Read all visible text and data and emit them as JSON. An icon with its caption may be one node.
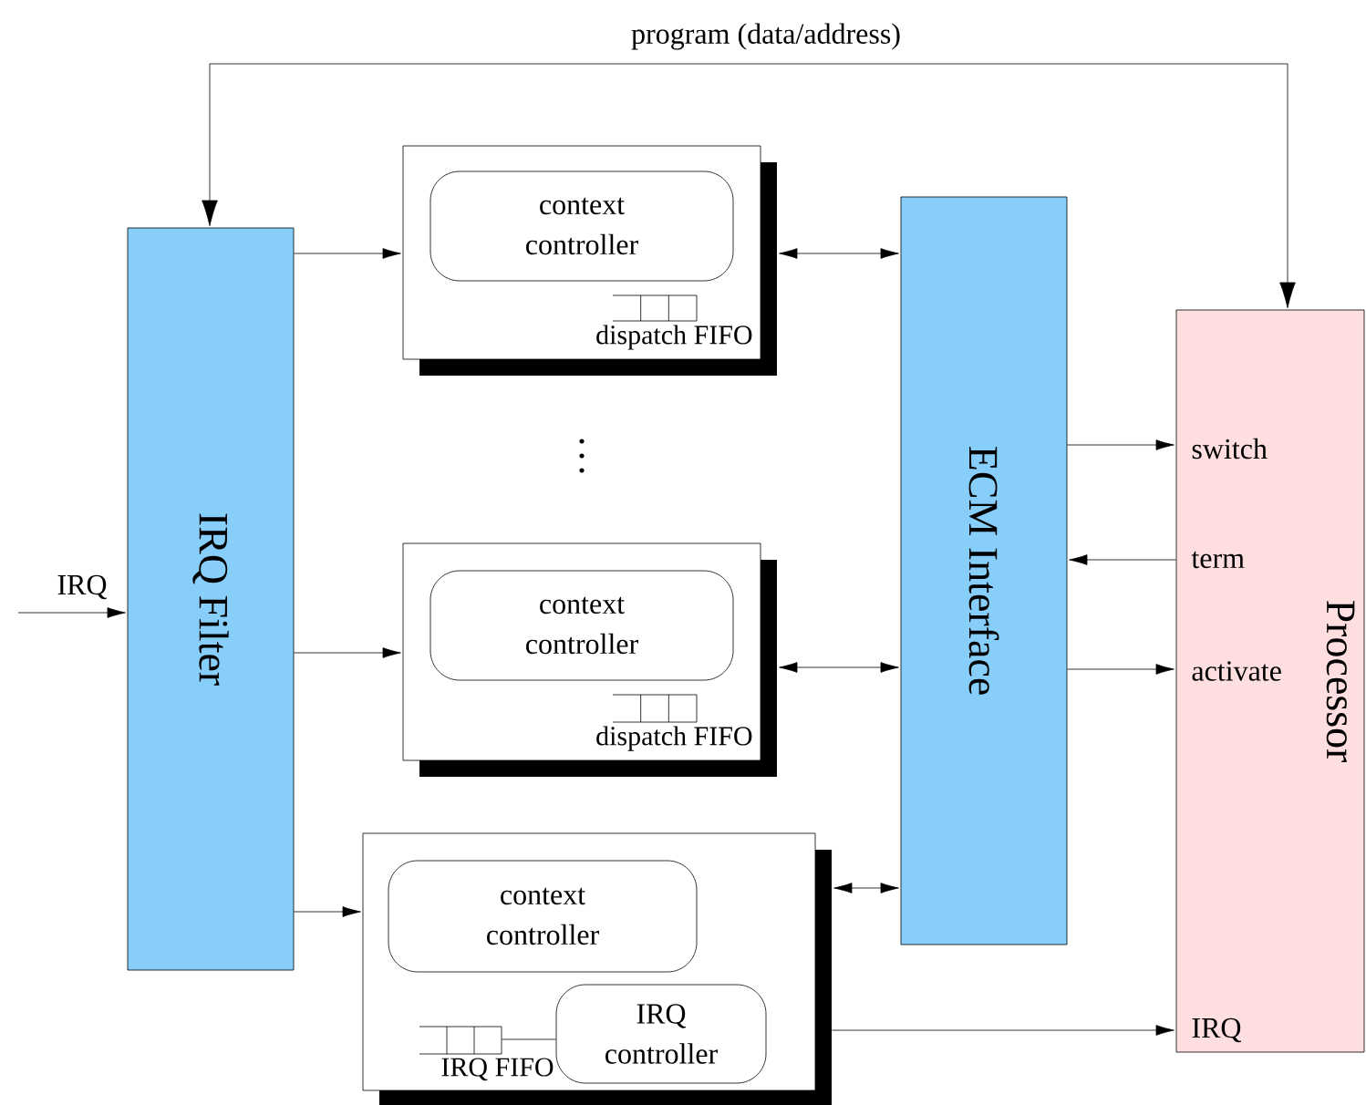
{
  "diagram": {
    "nodes": [
      {
        "text": [
          "IRQ Filter"
        ]
      },
      {
        "text": [],
        "shape": "box"
      },
      {
        "text": [
          "context controller"
        ],
        "in": 1
      },
      {
        "text": [],
        "shape": "box",
        "in": 1,
        "beside": [
          "dispatch FIFO"
        ]
      },
      {
        "text": [],
        "shape": "box"
      },
      {
        "text": [
          "context controller"
        ],
        "in": 4
      },
      {
        "text": [],
        "shape": "box",
        "in": 4,
        "beside": [
          "dispatch FIFO"
        ]
      },
      {
        "text": [],
        "shape": "box"
      },
      {
        "text": [
          "context controller"
        ],
        "in": 7
      },
      {
        "text": [],
        "shape": "box",
        "in": 7,
        "beside": [
          "IRQ FIFO"
        ]
      },
      {
        "text": [
          "IRQ controller"
        ],
        "in": 7
      },
      {
        "text": [
          "ECM Interface"
        ]
      },
      {
        "text": [
          "Processor"
        ]
      }
    ],
    "edges": [
      {
        "from": null,
        "to": 0,
        "arrow": "to",
        "label": "IRQ"
      },
      {
        "from": 0,
        "to": 12,
        "arrow": "both",
        "label": "program (data/address)"
      },
      {
        "from": 0,
        "to": 1,
        "arrow": "to"
      },
      {
        "from": 0,
        "to": 4,
        "arrow": "to"
      },
      {
        "from": 0,
        "to": 7,
        "arrow": "to"
      },
      {
        "from": 1,
        "to": 11,
        "arrow": "both"
      },
      {
        "from": 4,
        "to": 11,
        "arrow": "both"
      },
      {
        "from": 7,
        "to": 11,
        "arrow": "both"
      },
      {
        "from": 11,
        "to": 12,
        "arrow": "to"
      },
      {
        "from": 12,
        "to": 11,
        "arrow": "to"
      },
      {
        "from": 11,
        "to": 12,
        "arrow": "to"
      },
      {
        "from": 7,
        "to": 12,
        "arrow": "to"
      },
      {
        "from": 9,
        "to": 10,
        "arrow": "none"
      }
    ],
    "labels": [
      "switch",
      "term",
      "activate",
      "IRQ"
    ]
  }
}
